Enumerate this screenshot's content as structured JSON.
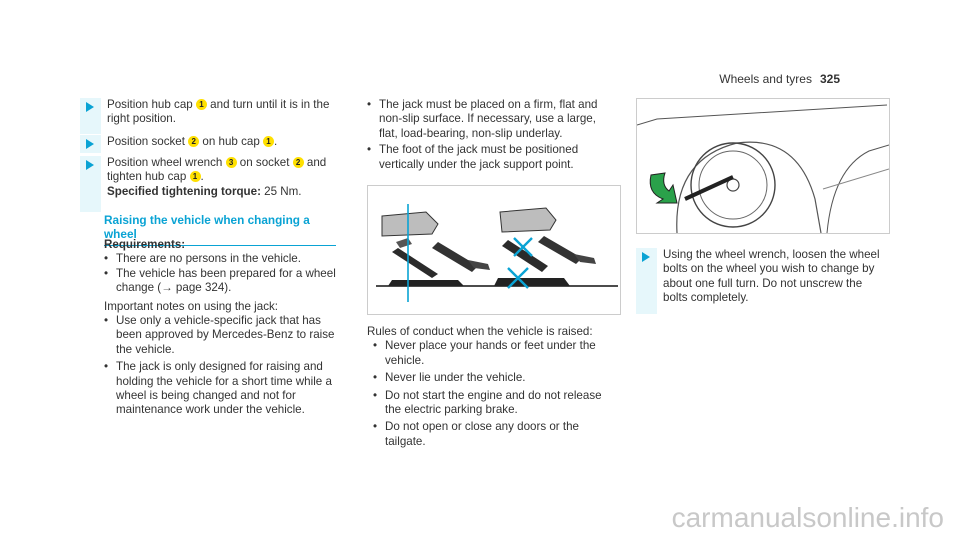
{
  "header": {
    "title": "Wheels and tyres",
    "page_number": "325"
  },
  "left": {
    "step1": {
      "a": "Position hub cap ",
      "n1": "1",
      "b": " and turn until it is in the right position."
    },
    "step2": {
      "a": "Position socket ",
      "n2": "2",
      "b": " on hub cap ",
      "n1": "1",
      "c": "."
    },
    "step3": {
      "a": "Position wheel wrench ",
      "n3": "3",
      "b": " on socket ",
      "n2": "2",
      "c": " and tighten hub cap ",
      "n1": "1",
      "d": ".",
      "bold": "Specified tightening torque:",
      "value": " 25 Nm."
    },
    "section_title": "Raising the vehicle when changing a wheel",
    "req_heading": "Requirements:",
    "req_items": [
      "There are no persons in the vehicle.",
      "The vehicle has been prepared for a wheel change (→ page 324)."
    ],
    "notes_intro": "Important notes on using the jack:",
    "note_items": [
      "Use only a vehicle-specific jack that has been approved by Mercedes-Benz to raise the vehicle.",
      "The jack is only designed for raising and holding the vehicle for a short time while a wheel is being changed and not for maintenance work under the vehicle."
    ]
  },
  "middle": {
    "top_items": [
      "The jack must be placed on a firm, flat and non-slip surface. If necessary, use a large, flat, load-bearing, non-slip underlay.",
      "The foot of the jack must be positioned vertically under the jack support point."
    ],
    "rules_intro": "Rules of conduct when the vehicle is raised:",
    "rules_items": [
      "Never place your hands or feet under the vehicle.",
      "Never lie under the vehicle.",
      "Do not start the engine and do not release the electric parking brake.",
      "Do not open or close any doors or the tailgate."
    ]
  },
  "right": {
    "step": "Using the wheel wrench, loosen the wheel bolts on the wheel you wish to change by about one full turn. Do not unscrew the bolts completely."
  },
  "watermark": "carmanualsonline.info",
  "colors": {
    "accent": "#0aa3d4",
    "callout": "#ffe000",
    "step_bar": "#e6f7fb",
    "arrow_green": "#2aa14a"
  }
}
